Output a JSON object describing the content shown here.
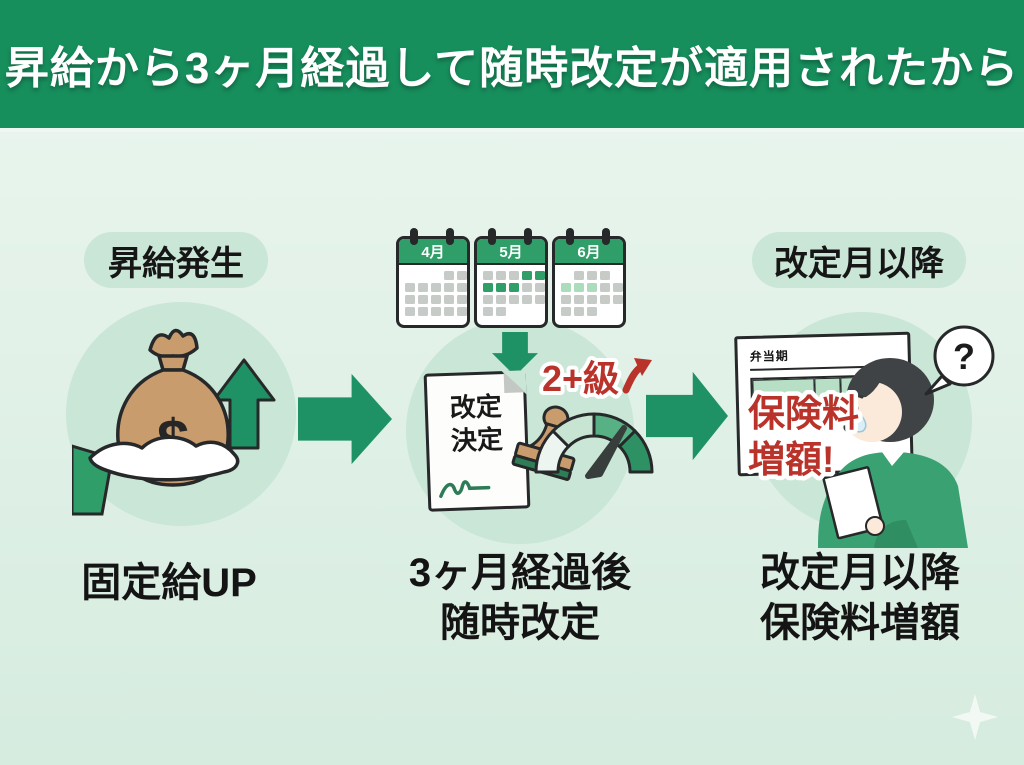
{
  "title": {
    "text": "昇給から3ヶ月経過して随時改定が適用されたから"
  },
  "colors": {
    "banner_green": "#178f5d",
    "background_mint": "#e3f2e9",
    "bubble_mint": "#c9e6d7",
    "arrow_green": "#1f9265",
    "calendar_green": "#2f9e68",
    "highlight_light_green": "#abdcbb",
    "day_gray": "#c6cbc8",
    "alert_red": "#b9332a",
    "bag_tan": "#c99c6d",
    "jacket_green": "#3aa173"
  },
  "step1": {
    "label": "昇給発生",
    "money_symbol": "$",
    "caption": "固定給UP"
  },
  "step2": {
    "calendars": [
      {
        "month": "4月",
        "grid": [
          "___gg",
          "ggggg",
          "ggggg",
          "ggggg"
        ]
      },
      {
        "month": "5月",
        "grid": [
          "gggGG",
          "GGGgg",
          "ggggg",
          "gg___"
        ]
      },
      {
        "month": "6月",
        "grid": [
          "_ggg_",
          "LLLgg",
          "ggggg",
          "ggg__"
        ]
      }
    ],
    "document_line1": "改定",
    "document_line2": "決定",
    "rank_badge": "2+級",
    "caption_line1": "3ヶ月経過後",
    "caption_line2": "随時改定"
  },
  "step3": {
    "label": "改定月以降",
    "payslip_title": "弁当期",
    "alert_line1": "保険料",
    "alert_line2": "増額!",
    "bubble_text": "?",
    "caption_line1": "改定月以降",
    "caption_line2": "保険料増額"
  }
}
